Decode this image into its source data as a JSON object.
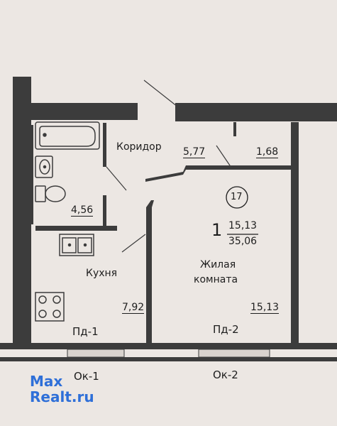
{
  "rooms": {
    "corridor": {
      "name": "Коридор",
      "area": "5,77"
    },
    "bathroom": {
      "area": "4,56"
    },
    "loggia_closet": {
      "area": "1,68"
    },
    "kitchen": {
      "name": "Кухня",
      "area": "7,92"
    },
    "living": {
      "name_line1": "Жилая",
      "name_line2": "комната",
      "area": "15,13"
    }
  },
  "apartment": {
    "number": "17",
    "rooms_count": "1",
    "living_area": "15,13",
    "total_area": "35,06"
  },
  "sills": {
    "pd1": "Пд-1",
    "pd2": "Пд-2"
  },
  "windows": {
    "ok1": "Ок-1",
    "ok2": "Ок-2"
  },
  "watermark": {
    "line1": "Max",
    "line2": "Realt.ru",
    "color": "#2e6fd8"
  }
}
